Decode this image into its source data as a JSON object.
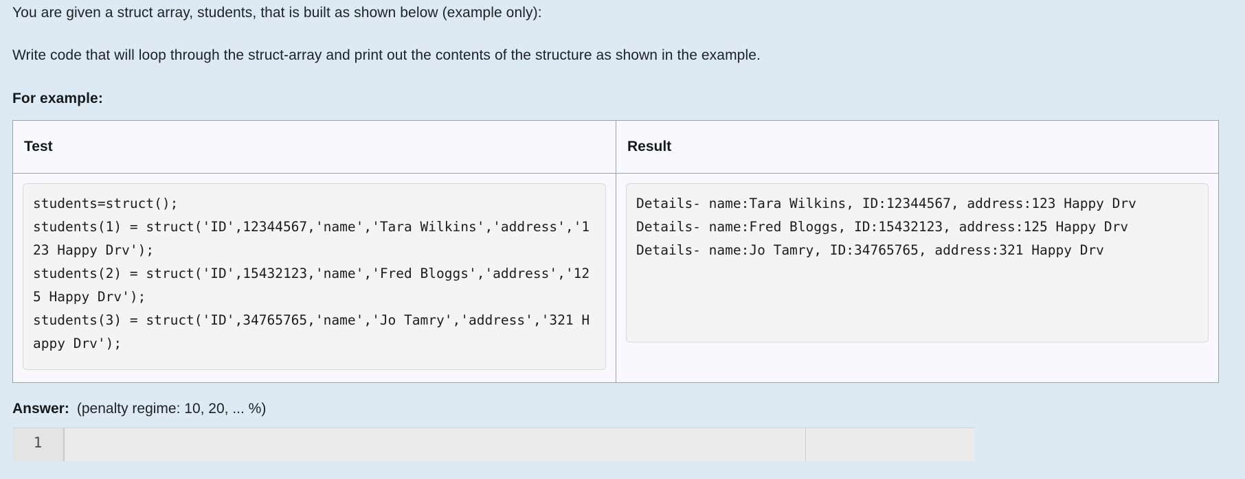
{
  "question": {
    "line1": "You are given a struct array, students, that is built as shown below (example only):",
    "line2": "Write code that will loop through the struct-array and print out the contents of the structure as shown in the example.",
    "for_example_label": "For example:"
  },
  "example_table": {
    "headers": [
      "Test",
      "Result"
    ],
    "test_code": "students=struct();\nstudents(1) = struct('ID',12344567,'name','Tara Wilkins','address','123 Happy Drv');\nstudents(2) = struct('ID',15432123,'name','Fred Bloggs','address','125 Happy Drv');\nstudents(3) = struct('ID',34765765,'name','Jo Tamry','address','321 Happy Drv');",
    "result_output": "Details- name:Tara Wilkins, ID:12344567, address:123 Happy Drv\nDetails- name:Fred Bloggs, ID:15432123, address:125 Happy Drv\nDetails- name:Jo Tamry, ID:34765765, address:321 Happy Drv"
  },
  "answer": {
    "label": "Answer:",
    "penalty": "(penalty regime: 10, 20, ... %)",
    "editor": {
      "line_numbers": "1",
      "code": ""
    }
  },
  "colors": {
    "page_background": "#dde9f3",
    "table_background": "#f9f8fc",
    "code_background": "#f4f4f4",
    "border": "#9aa3ab",
    "text": "#1d2125"
  }
}
